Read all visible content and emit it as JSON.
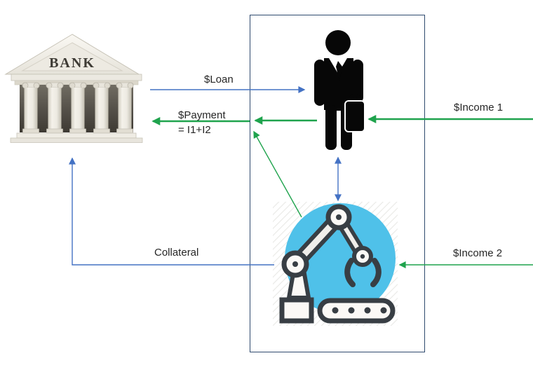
{
  "labels": {
    "bank_sign": "BANK",
    "loan": "$Loan",
    "payment_line1": "$Payment",
    "payment_line2": "= I1+I2",
    "income1": "$Income 1",
    "income2": "$Income 2",
    "collateral": "Collateral"
  },
  "colors": {
    "green_arrow": "#1FA34D",
    "blue_arrow": "#4472C4",
    "box_border": "#2F4A6E",
    "robot_circle": "#4FC1E9"
  },
  "entities": [
    {
      "id": "bank",
      "icon": "bank-building-icon"
    },
    {
      "id": "borrower",
      "icon": "businessman-icon"
    },
    {
      "id": "machine",
      "icon": "robot-arm-icon"
    }
  ],
  "flows": [
    {
      "label": "$Loan",
      "from": "bank",
      "to": "borrower",
      "color": "blue",
      "bidirectional": false
    },
    {
      "label": "$Payment = I1+I2",
      "from": "borrower",
      "to": "bank",
      "color": "green",
      "bidirectional": false
    },
    {
      "label": "$Income 1",
      "from": "outside-right",
      "to": "borrower",
      "color": "green",
      "bidirectional": false
    },
    {
      "label": "$Income 2",
      "from": "outside-right",
      "to": "machine",
      "color": "green",
      "bidirectional": false
    },
    {
      "label": "Collateral",
      "from": "machine",
      "to": "bank",
      "color": "blue",
      "bidirectional": false
    },
    {
      "label": "",
      "from": "machine",
      "to": "payment-flow",
      "color": "green",
      "bidirectional": false
    },
    {
      "label": "",
      "from": "borrower",
      "to": "machine",
      "color": "blue",
      "bidirectional": true
    }
  ]
}
